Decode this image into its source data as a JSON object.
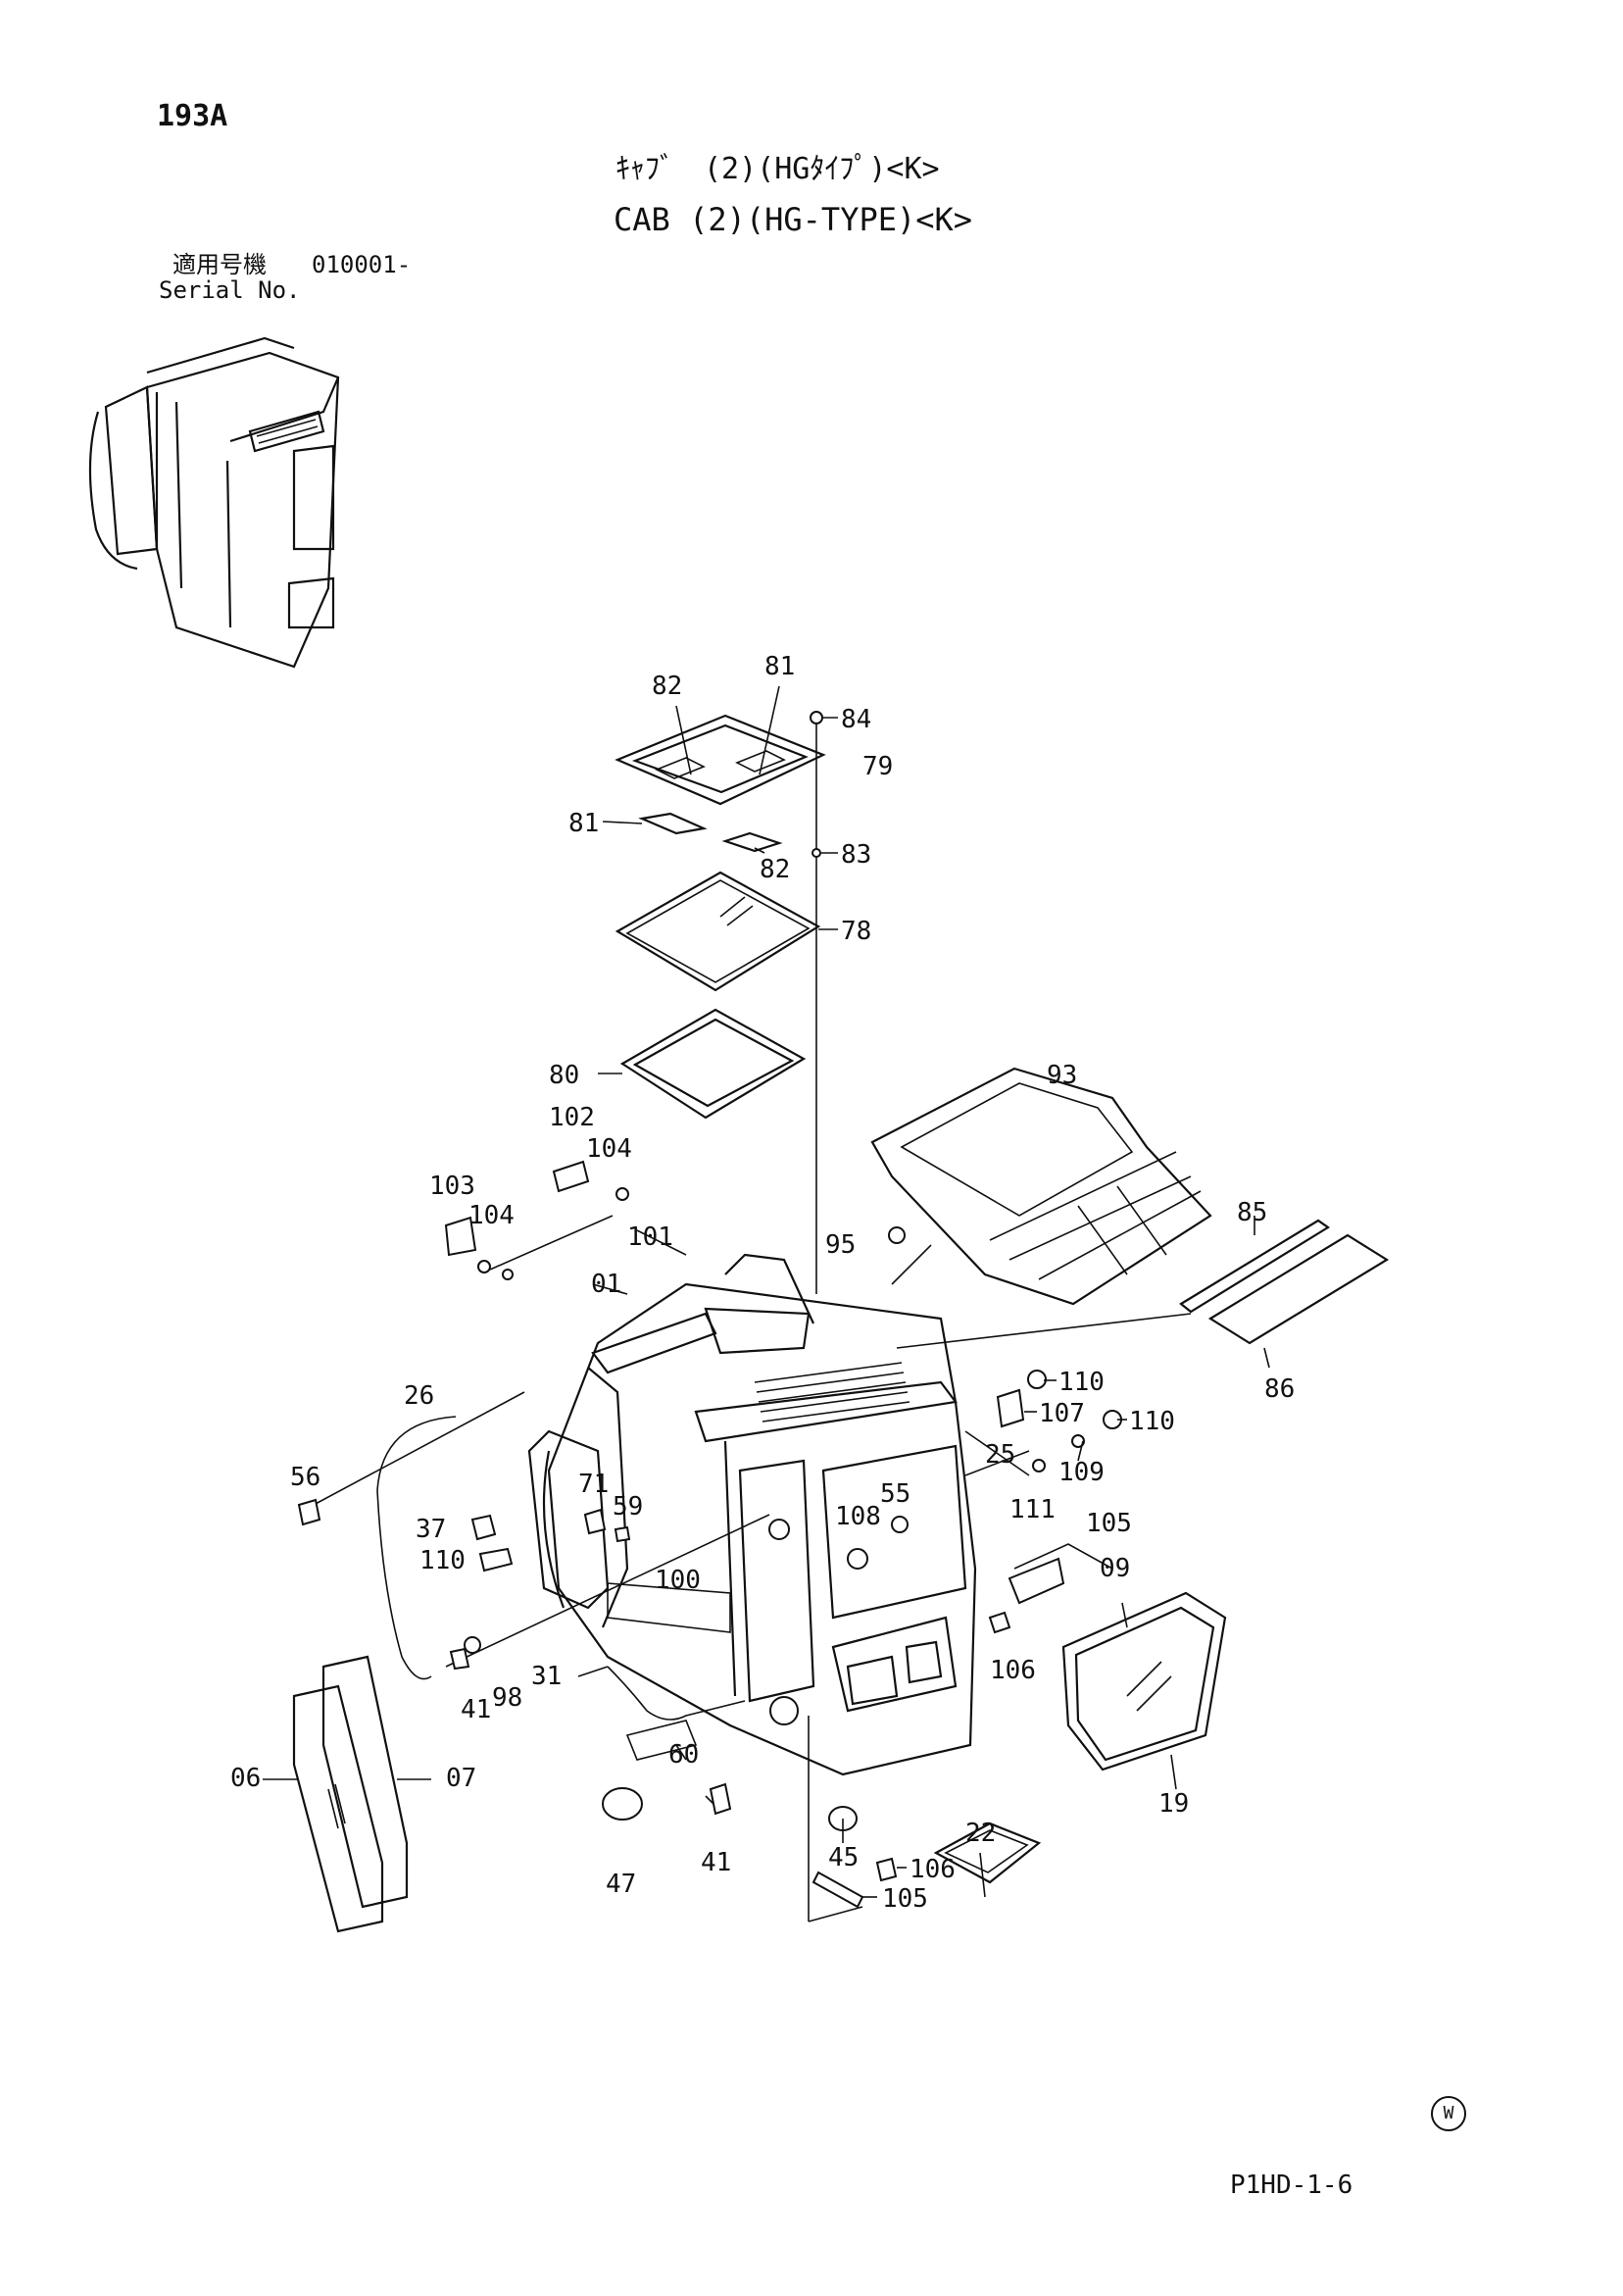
{
  "page_number": "193A",
  "title_jp": "ｷｬﾌﾞ　(2)(HGﾀｲﾌﾟ)<K>",
  "title_en": "CAB (2)(HG-TYPE)<K>",
  "serial": {
    "label_jp": "適用号機",
    "value": "010001-",
    "label_en": "Serial No."
  },
  "footer_code": "P1HD-1-6",
  "corner_mark": "W",
  "callouts": [
    "82",
    "81",
    "84",
    "79",
    "81",
    "83",
    "82",
    "78",
    "80",
    "93",
    "102",
    "104",
    "103",
    "104",
    "101",
    "95",
    "85",
    "01",
    "86",
    "26",
    "110",
    "107",
    "110",
    "25",
    "56",
    "71",
    "59",
    "109",
    "37",
    "55",
    "110",
    "111",
    "105",
    "108",
    "09",
    "100",
    "106",
    "31",
    "41",
    "98",
    "60",
    "06",
    "07",
    "22",
    "19",
    "41",
    "45",
    "106",
    "105",
    "47"
  ]
}
